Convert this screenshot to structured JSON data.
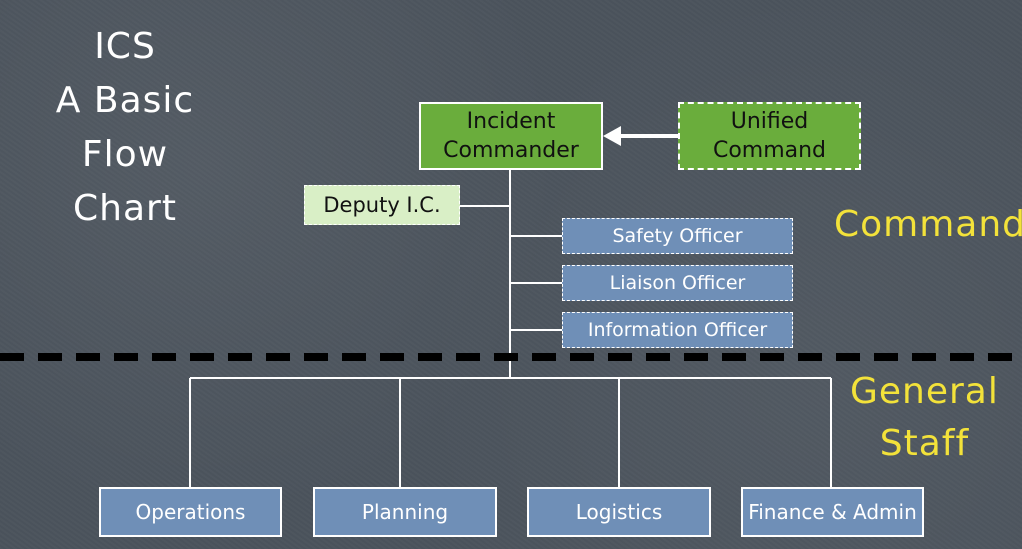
{
  "title": {
    "lines": [
      "ICS",
      "A Basic",
      "Flow",
      "Chart"
    ]
  },
  "sections": {
    "command": "Command",
    "general_staff": [
      "General",
      "Staff"
    ]
  },
  "command": {
    "incident_commander": [
      "Incident",
      "Commander"
    ],
    "unified_command": [
      "Unified",
      "Command"
    ],
    "deputy": "Deputy I.C.",
    "staff": [
      "Safety Officer",
      "Liaison Officer",
      "Information Officer"
    ]
  },
  "general_staff_sections": [
    "Operations",
    "Planning",
    "Logistics",
    "Finance & Admin"
  ],
  "colors": {
    "background": "#4b535c",
    "command_box": "#6aad3c",
    "deputy_box": "#d9efc6",
    "staff_box": "#6f8fb7",
    "section_label": "#f3e23a",
    "lines": "#ffffff"
  }
}
